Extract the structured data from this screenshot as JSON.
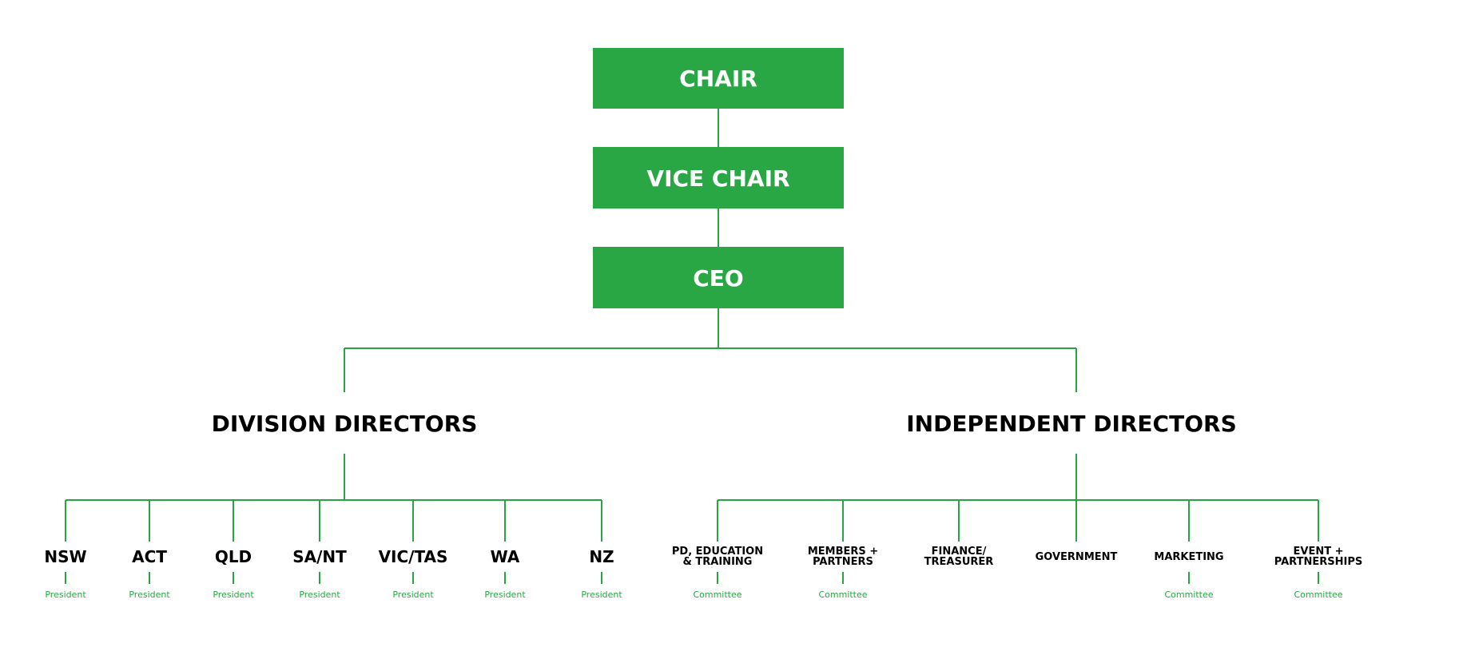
{
  "colors": {
    "green": "#29a745",
    "line": "#2aa246",
    "text": "#000000"
  },
  "top": {
    "chair": "CHAIR",
    "vice_chair": "VICE CHAIR",
    "ceo": "CEO"
  },
  "groups": {
    "division": "DIVISION DIRECTORS",
    "independent": "INDEPENDENT DIRECTORS"
  },
  "divisions": [
    {
      "name": "NSW",
      "role": "President"
    },
    {
      "name": "ACT",
      "role": "President"
    },
    {
      "name": "QLD",
      "role": "President"
    },
    {
      "name": "SA/NT",
      "role": "President"
    },
    {
      "name": "VIC/TAS",
      "role": "President"
    },
    {
      "name": "WA",
      "role": "President"
    },
    {
      "name": "NZ",
      "role": "President"
    }
  ],
  "independents": [
    {
      "line1": "PD, EDUCATION",
      "line2": "& TRAINING",
      "role": "Committee"
    },
    {
      "line1": "MEMBERS +",
      "line2": "PARTNERS",
      "role": "Committee"
    },
    {
      "line1": "FINANCE/",
      "line2": "TREASURER",
      "role": ""
    },
    {
      "line1": "GOVERNMENT",
      "line2": "",
      "role": ""
    },
    {
      "line1": "MARKETING",
      "line2": "",
      "role": "Committee"
    },
    {
      "line1": "EVENT +",
      "line2": "PARTNERSHIPS",
      "role": "Committee"
    }
  ]
}
